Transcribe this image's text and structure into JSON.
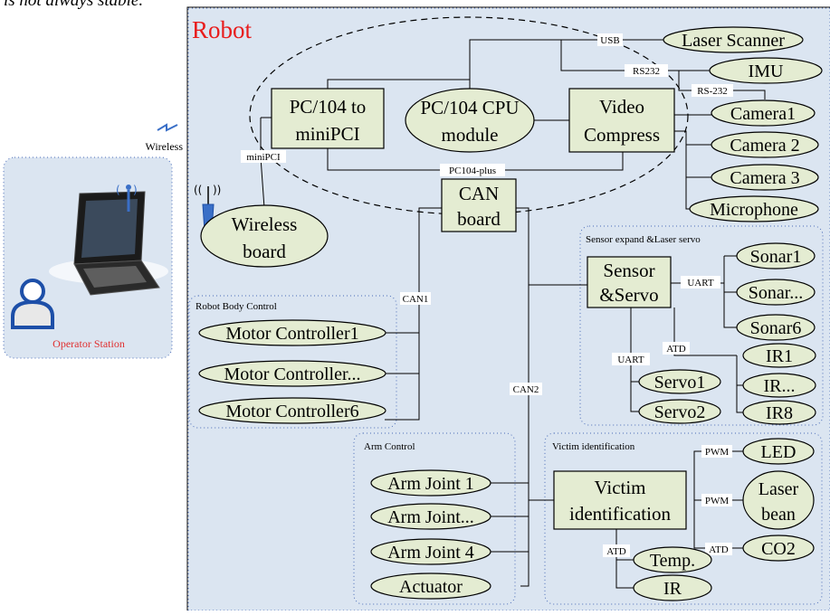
{
  "header_fragment": "is not always stable.",
  "robot_title": "Robot",
  "operator": {
    "label": "Operator Station",
    "wireless_label": "Wireless"
  },
  "groups": {
    "sensor": "Sensor expand &Laser servo",
    "body": "Robot Body Control",
    "arm": "Arm Control",
    "victim": "Victim identification"
  },
  "nodes": {
    "pc104_minipci": [
      "PC/104 to",
      "miniPCI"
    ],
    "cpu": [
      "PC/104 CPU",
      "module"
    ],
    "video": [
      "Video",
      "Compress"
    ],
    "can_board": [
      "CAN",
      "board"
    ],
    "wireless_board": [
      "Wireless",
      "board"
    ],
    "laser_scanner": "Laser Scanner",
    "imu": "IMU",
    "camera1": "Camera1",
    "camera2": "Camera 2",
    "camera3": "Camera 3",
    "microphone": "Microphone",
    "sensor_servo": [
      "Sensor",
      "&Servo"
    ],
    "sonar1": "Sonar1",
    "sonar_mid": "Sonar...",
    "sonar6": "Sonar6",
    "ir1": "IR1",
    "ir_mid": "IR...",
    "ir8": "IR8",
    "servo1": "Servo1",
    "servo2": "Servo2",
    "motor1": "Motor Controller1",
    "motor_mid": "Motor Controller...",
    "motor6": "Motor Controller6",
    "arm1": "Arm Joint 1",
    "arm_mid": "Arm Joint...",
    "arm4": "Arm Joint 4",
    "actuator": "Actuator",
    "victim_id": [
      "Victim",
      "identification"
    ],
    "led": "LED",
    "laser_bean": [
      "Laser",
      "bean"
    ],
    "co2": "CO2",
    "temp": "Temp.",
    "ir_victim": "IR"
  },
  "links": {
    "usb": "USB",
    "rs232": "RS232",
    "rs232b": "RS-232",
    "minipci": "miniPCI",
    "pc104plus": "PC104-plus",
    "can1": "CAN1",
    "can2": "CAN2",
    "uart1": "UART",
    "uart2": "UART",
    "atd_sensor": "ATD",
    "atd_victim1": "ATD",
    "atd_victim2": "ATD",
    "pwm1": "PWM",
    "pwm2": "PWM"
  }
}
